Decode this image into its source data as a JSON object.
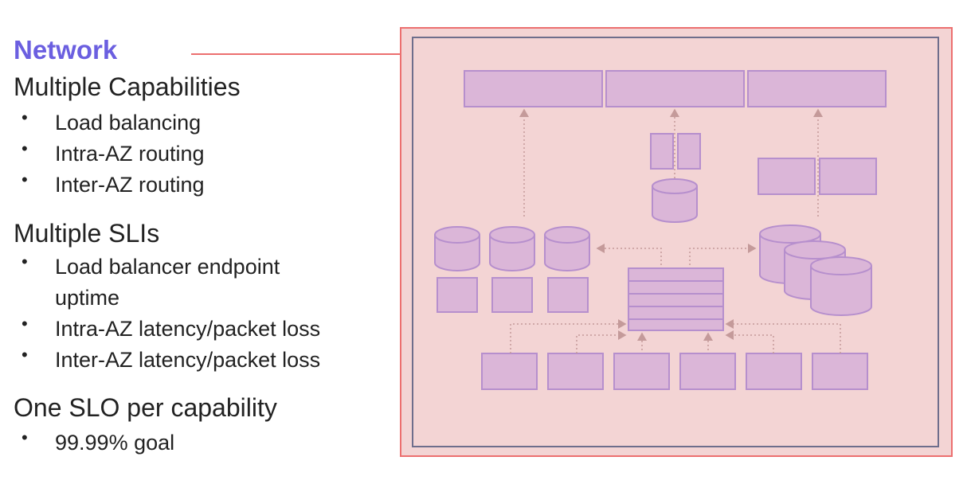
{
  "panel": {
    "title": "Network",
    "sections": [
      {
        "heading": "Multiple Capabilities",
        "items": [
          "Load balancing",
          "Intra-AZ routing",
          "Inter-AZ routing"
        ]
      },
      {
        "heading": "Multiple SLIs",
        "items": [
          "Load balancer endpoint",
          "uptime",
          "Intra-AZ latency/packet loss",
          "Inter-AZ latency/packet loss"
        ]
      },
      {
        "heading": "One SLO per capability",
        "items": [
          "99.99% goal"
        ]
      }
    ]
  },
  "colors": {
    "title": "#6b5fe0",
    "connector": "#ec6f6f",
    "frame_outer": "#ec6f6f",
    "frame_fill": "#f3d4d4",
    "frame_inner": "#6e6e8c",
    "shape_fill": "#dbb6d8",
    "shape_stroke": "#b68fcd",
    "arrow": "#c49a9a"
  }
}
